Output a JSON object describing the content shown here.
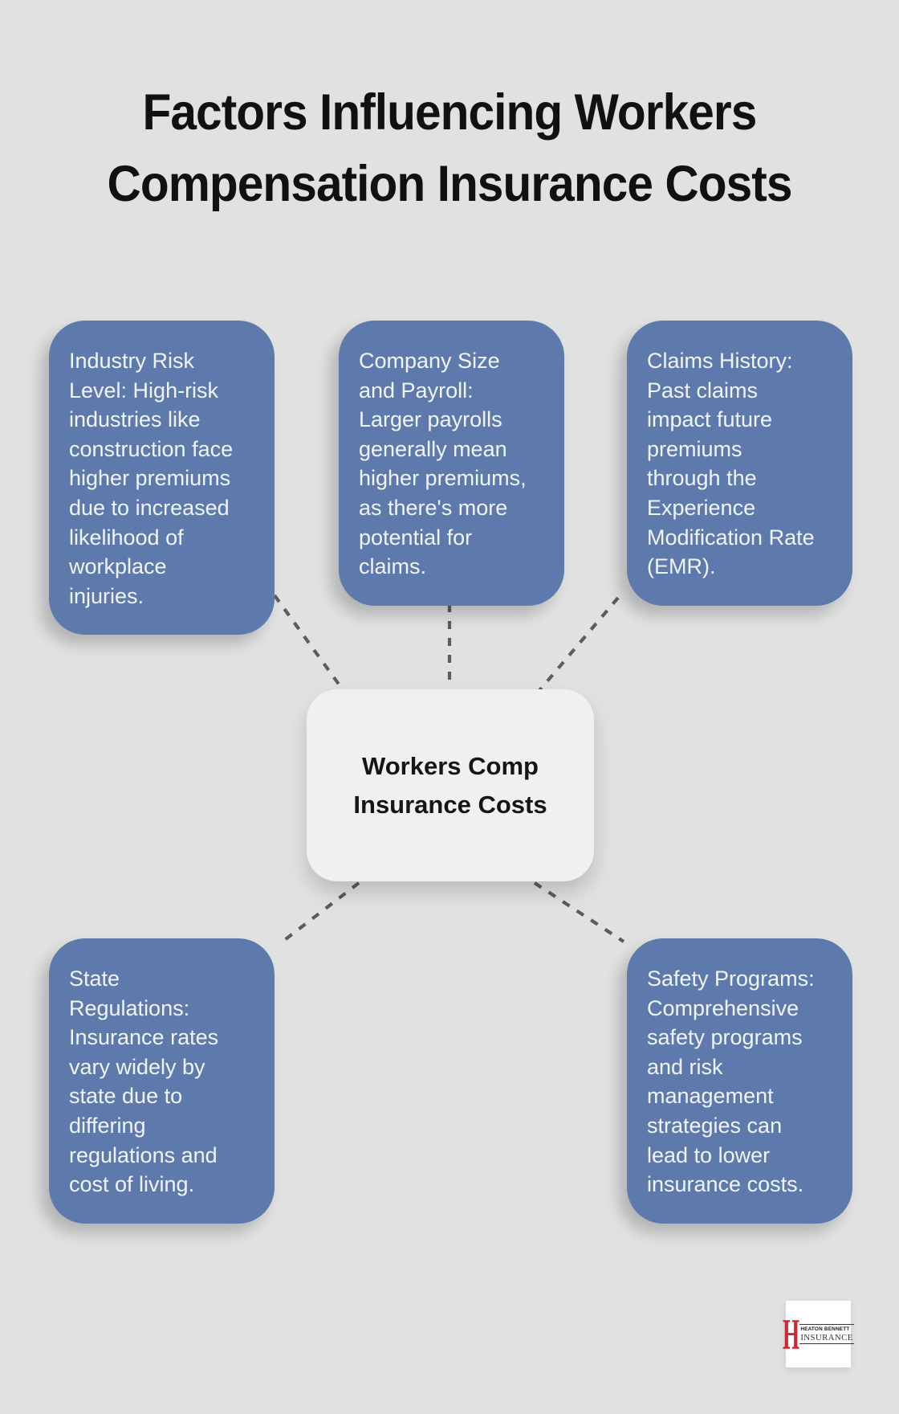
{
  "title": {
    "line1": "Factors Influencing Workers",
    "line2": "Compensation Insurance Costs"
  },
  "center": {
    "line1": "Workers Comp",
    "line2": "Insurance Costs"
  },
  "factors": [
    {
      "id": "industry-risk-level",
      "text": "Industry Risk\nLevel: High-risk\nindustries like\nconstruction face\nhigher premiums\ndue to increased\nlikelihood of\nworkplace\ninjuries."
    },
    {
      "id": "company-size-payroll",
      "text": "Company Size\nand Payroll:\nLarger payrolls\ngenerally mean\nhigher premiums,\nas there's more\npotential for\nclaims."
    },
    {
      "id": "claims-history",
      "text": "Claims History:\nPast claims\nimpact future\npremiums\nthrough the\nExperience\nModification Rate\n(EMR)."
    },
    {
      "id": "state-regulations",
      "text": "State\nRegulations:\nInsurance rates\nvary widely by\nstate due to\ndiffering\nregulations and\ncost of living."
    },
    {
      "id": "safety-programs",
      "text": "Safety Programs:\nComprehensive\nsafety programs\nand risk\nmanagement\nstrategies can\nlead to lower\ninsurance costs."
    }
  ],
  "logo": {
    "monogram": "H",
    "name": "HEATON BENNETT",
    "type": "INSURANCE"
  },
  "colors": {
    "background": "#e0e1e1",
    "factor_box": "#5e7aad",
    "factor_text": "#f0f4f8",
    "center_box": "#eef0f2",
    "center_text": "#151515",
    "title_text": "#111111",
    "connector": "#5c5c5c",
    "logo_red": "#d22630"
  }
}
